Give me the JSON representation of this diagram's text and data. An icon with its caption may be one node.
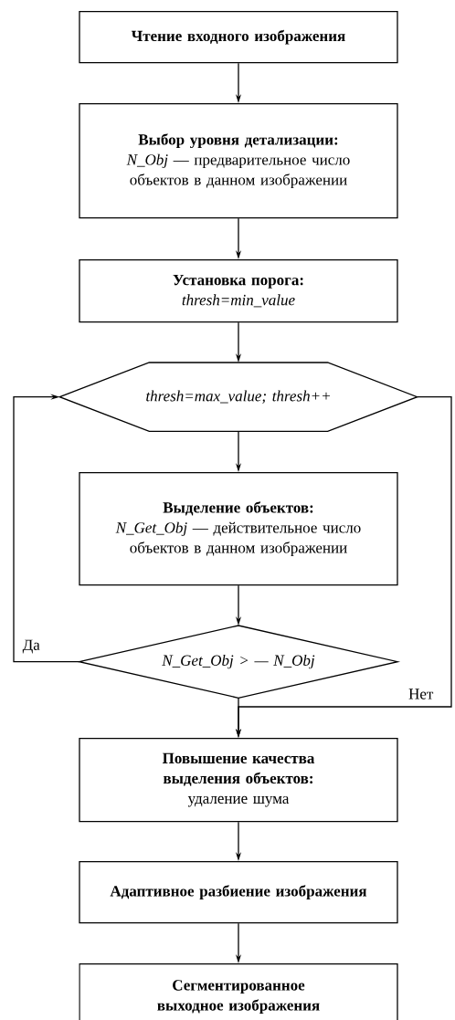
{
  "diagram": {
    "nodes": [
      {
        "text": [
          "Чтение входного изображения"
        ]
      },
      {
        "text": [
          "Выбор уровня детализации:",
          "*N_Obj* — предварительное число объектов в данном изображении"
        ]
      },
      {
        "text": [
          "Установка порога:",
          "thresh=min_value"
        ]
      },
      {
        "text": [
          "thresh=max_value; thresh++"
        ]
      },
      {
        "text": [
          "Выделение объектов:",
          "*N_Get_Obj* — действительное число объектов в данном изображении"
        ]
      },
      {
        "text": [
          "N_Get_Obj > — N_Obj"
        ]
      },
      {
        "text": [
          "Повышение качества выделения объектов:",
          "удаление шума"
        ]
      },
      {
        "text": [
          "Адаптивное разбиение изображения"
        ]
      },
      {
        "text": [
          "Сегментированное выходное изображения"
        ]
      }
    ],
    "edges": [
      {
        "from": 0,
        "to": 1,
        "arrow": "to"
      },
      {
        "from": 1,
        "to": 2,
        "arrow": "to"
      },
      {
        "from": 2,
        "to": 3,
        "arrow": "to"
      },
      {
        "from": 3,
        "to": 4,
        "arrow": "to"
      },
      {
        "from": 4,
        "to": 5,
        "arrow": "to"
      },
      {
        "from": 5,
        "to": 3,
        "arrow": "to",
        "label": "Да"
      },
      {
        "from": 5,
        "to": 6,
        "arrow": "to"
      },
      {
        "from": 3,
        "to": 6,
        "arrow": "to",
        "label": "Нет"
      },
      {
        "from": 6,
        "to": 7,
        "arrow": "to"
      },
      {
        "from": 7,
        "to": 8,
        "arrow": "to"
      }
    ]
  }
}
